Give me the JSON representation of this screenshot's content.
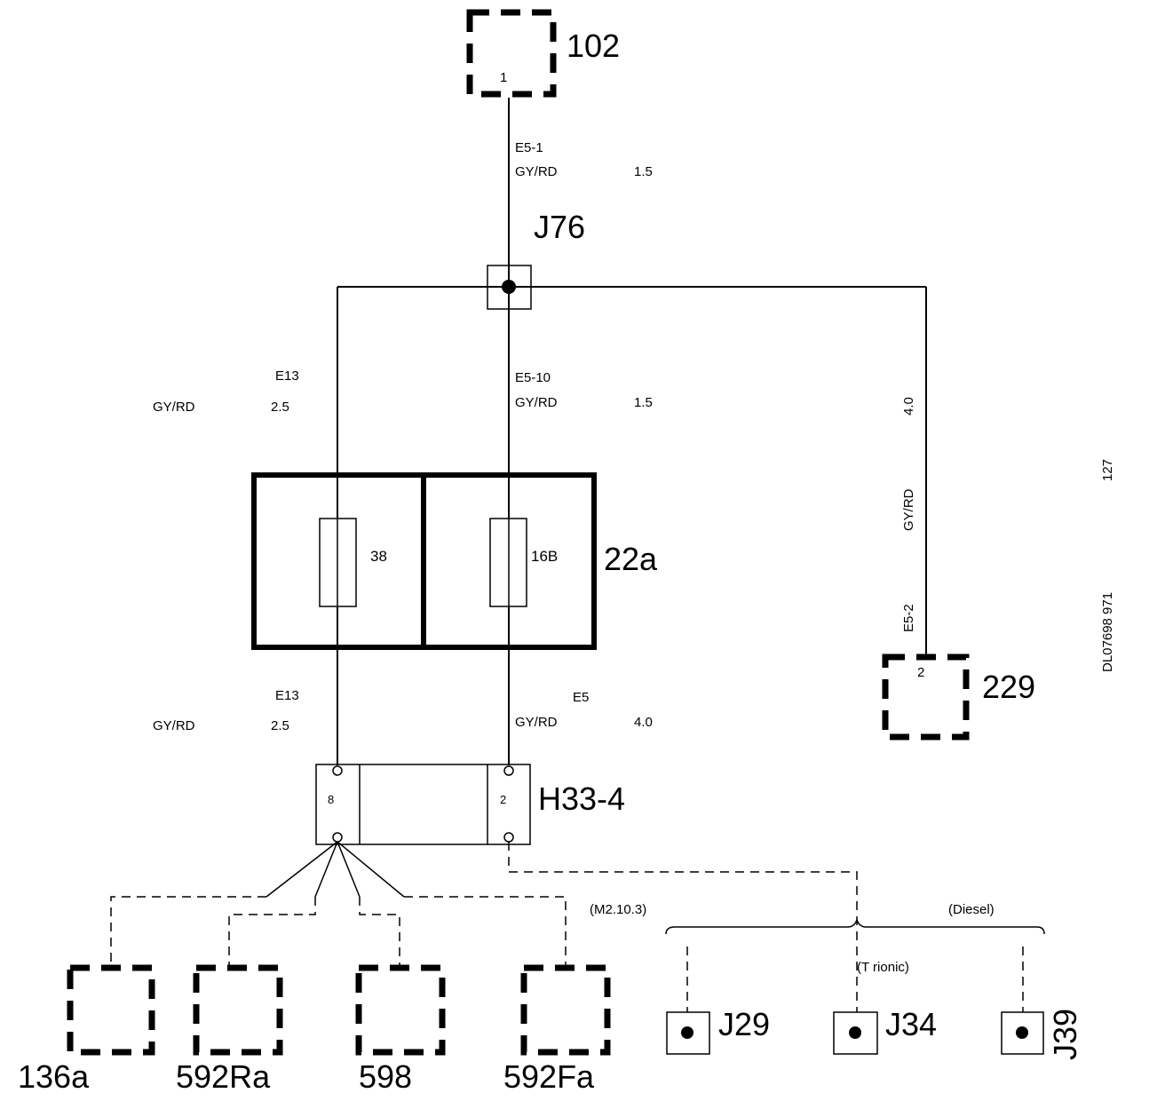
{
  "components": {
    "c102": {
      "id": "102",
      "pin": "1"
    },
    "j76": {
      "id": "J76"
    },
    "fusebox": {
      "id": "22a",
      "fuse_left": "38",
      "fuse_right": "16B"
    },
    "c229": {
      "id": "229",
      "pin": "2"
    },
    "h33": {
      "id": "H33-4",
      "pin_left": "8",
      "pin_right": "2"
    },
    "c136a": {
      "id": "136a"
    },
    "c592ra": {
      "id": "592Ra"
    },
    "c598": {
      "id": "598"
    },
    "c592fa": {
      "id": "592Fa"
    },
    "j29": {
      "id": "J29"
    },
    "j34": {
      "id": "J34"
    },
    "j39": {
      "id": "J39"
    }
  },
  "wires": {
    "w_102_j76": {
      "code": "E5-1",
      "color": "GY/RD",
      "size": "1.5"
    },
    "w_j76_fuse16b": {
      "code": "E5-10",
      "color": "GY/RD",
      "size": "1.5"
    },
    "w_j76_fuse38": {
      "code": "E13",
      "color": "GY/RD",
      "size": "2.5"
    },
    "w_j76_229": {
      "code": "E5-2",
      "color": "GY/RD",
      "size": "4.0"
    },
    "w_fuse38_h33": {
      "code": "E13",
      "color": "GY/RD",
      "size": "2.5"
    },
    "w_fuse16b_h33": {
      "code": "E5",
      "color": "GY/RD",
      "size": "4.0"
    }
  },
  "variants": {
    "m2103": "(M2.10.3)",
    "diesel": "(Diesel)",
    "trionic": "(T   rionic)"
  },
  "sheet": {
    "page_number": "127",
    "drawing_ref": "DL07698 971"
  }
}
